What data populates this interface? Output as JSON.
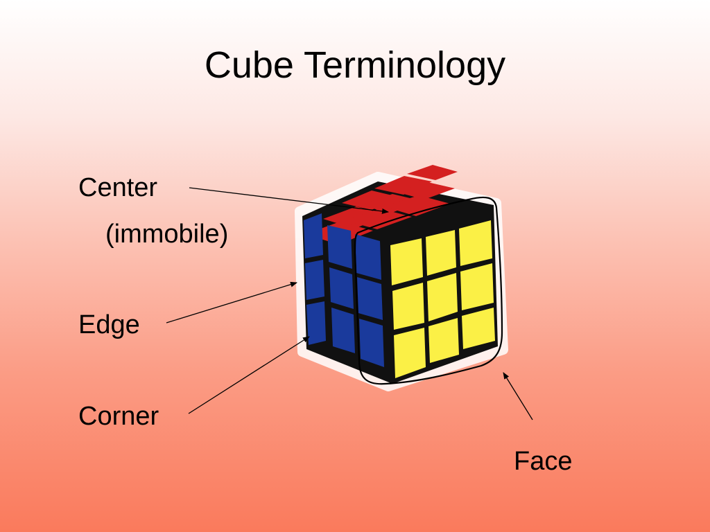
{
  "slide": {
    "title": "Cube Terminology",
    "labels": {
      "center": "Center",
      "center_note": "(immobile)",
      "edge": "Edge",
      "corner": "Corner",
      "face": "Face"
    }
  },
  "colors": {
    "top_face": "#d42020",
    "left_face": "#1a3a9c",
    "front_face": "#fbf046",
    "cube_body": "#111111",
    "gradient_top": "#ffffff",
    "gradient_bottom": "#fa7a5c"
  }
}
